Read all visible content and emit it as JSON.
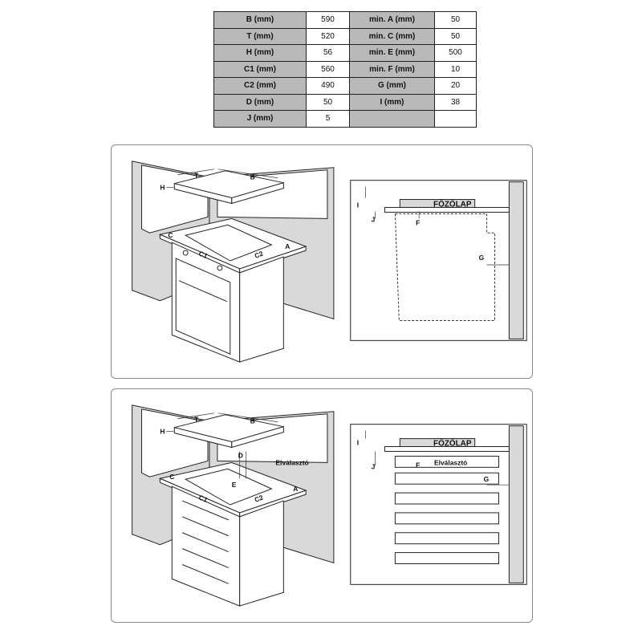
{
  "table": {
    "rows": [
      {
        "k1": "B (mm)",
        "v1": "590",
        "k2": "min. A (mm)",
        "v2": "50"
      },
      {
        "k1": "T (mm)",
        "v1": "520",
        "k2": "min. C (mm)",
        "v2": "50"
      },
      {
        "k1": "H (mm)",
        "v1": "56",
        "k2": "min. E (mm)",
        "v2": "500"
      },
      {
        "k1": "C1 (mm)",
        "v1": "560",
        "k2": "min. F (mm)",
        "v2": "10"
      },
      {
        "k1": "C2 (mm)",
        "v1": "490",
        "k2": "G (mm)",
        "v2": "20"
      },
      {
        "k1": "D (mm)",
        "v1": "50",
        "k2": "I (mm)",
        "v2": "38"
      },
      {
        "k1": "J (mm)",
        "v1": "5",
        "k2": "",
        "v2": ""
      }
    ]
  },
  "labels": {
    "T": "T",
    "B": "B",
    "H": "H",
    "C": "C",
    "A": "A",
    "C1": "C1",
    "C2": "C2",
    "D": "D",
    "E": "E",
    "I": "I",
    "J": "J",
    "F": "F",
    "G": "G",
    "cooktop": "FŐZŐLAP",
    "divider": "Elválasztó"
  }
}
